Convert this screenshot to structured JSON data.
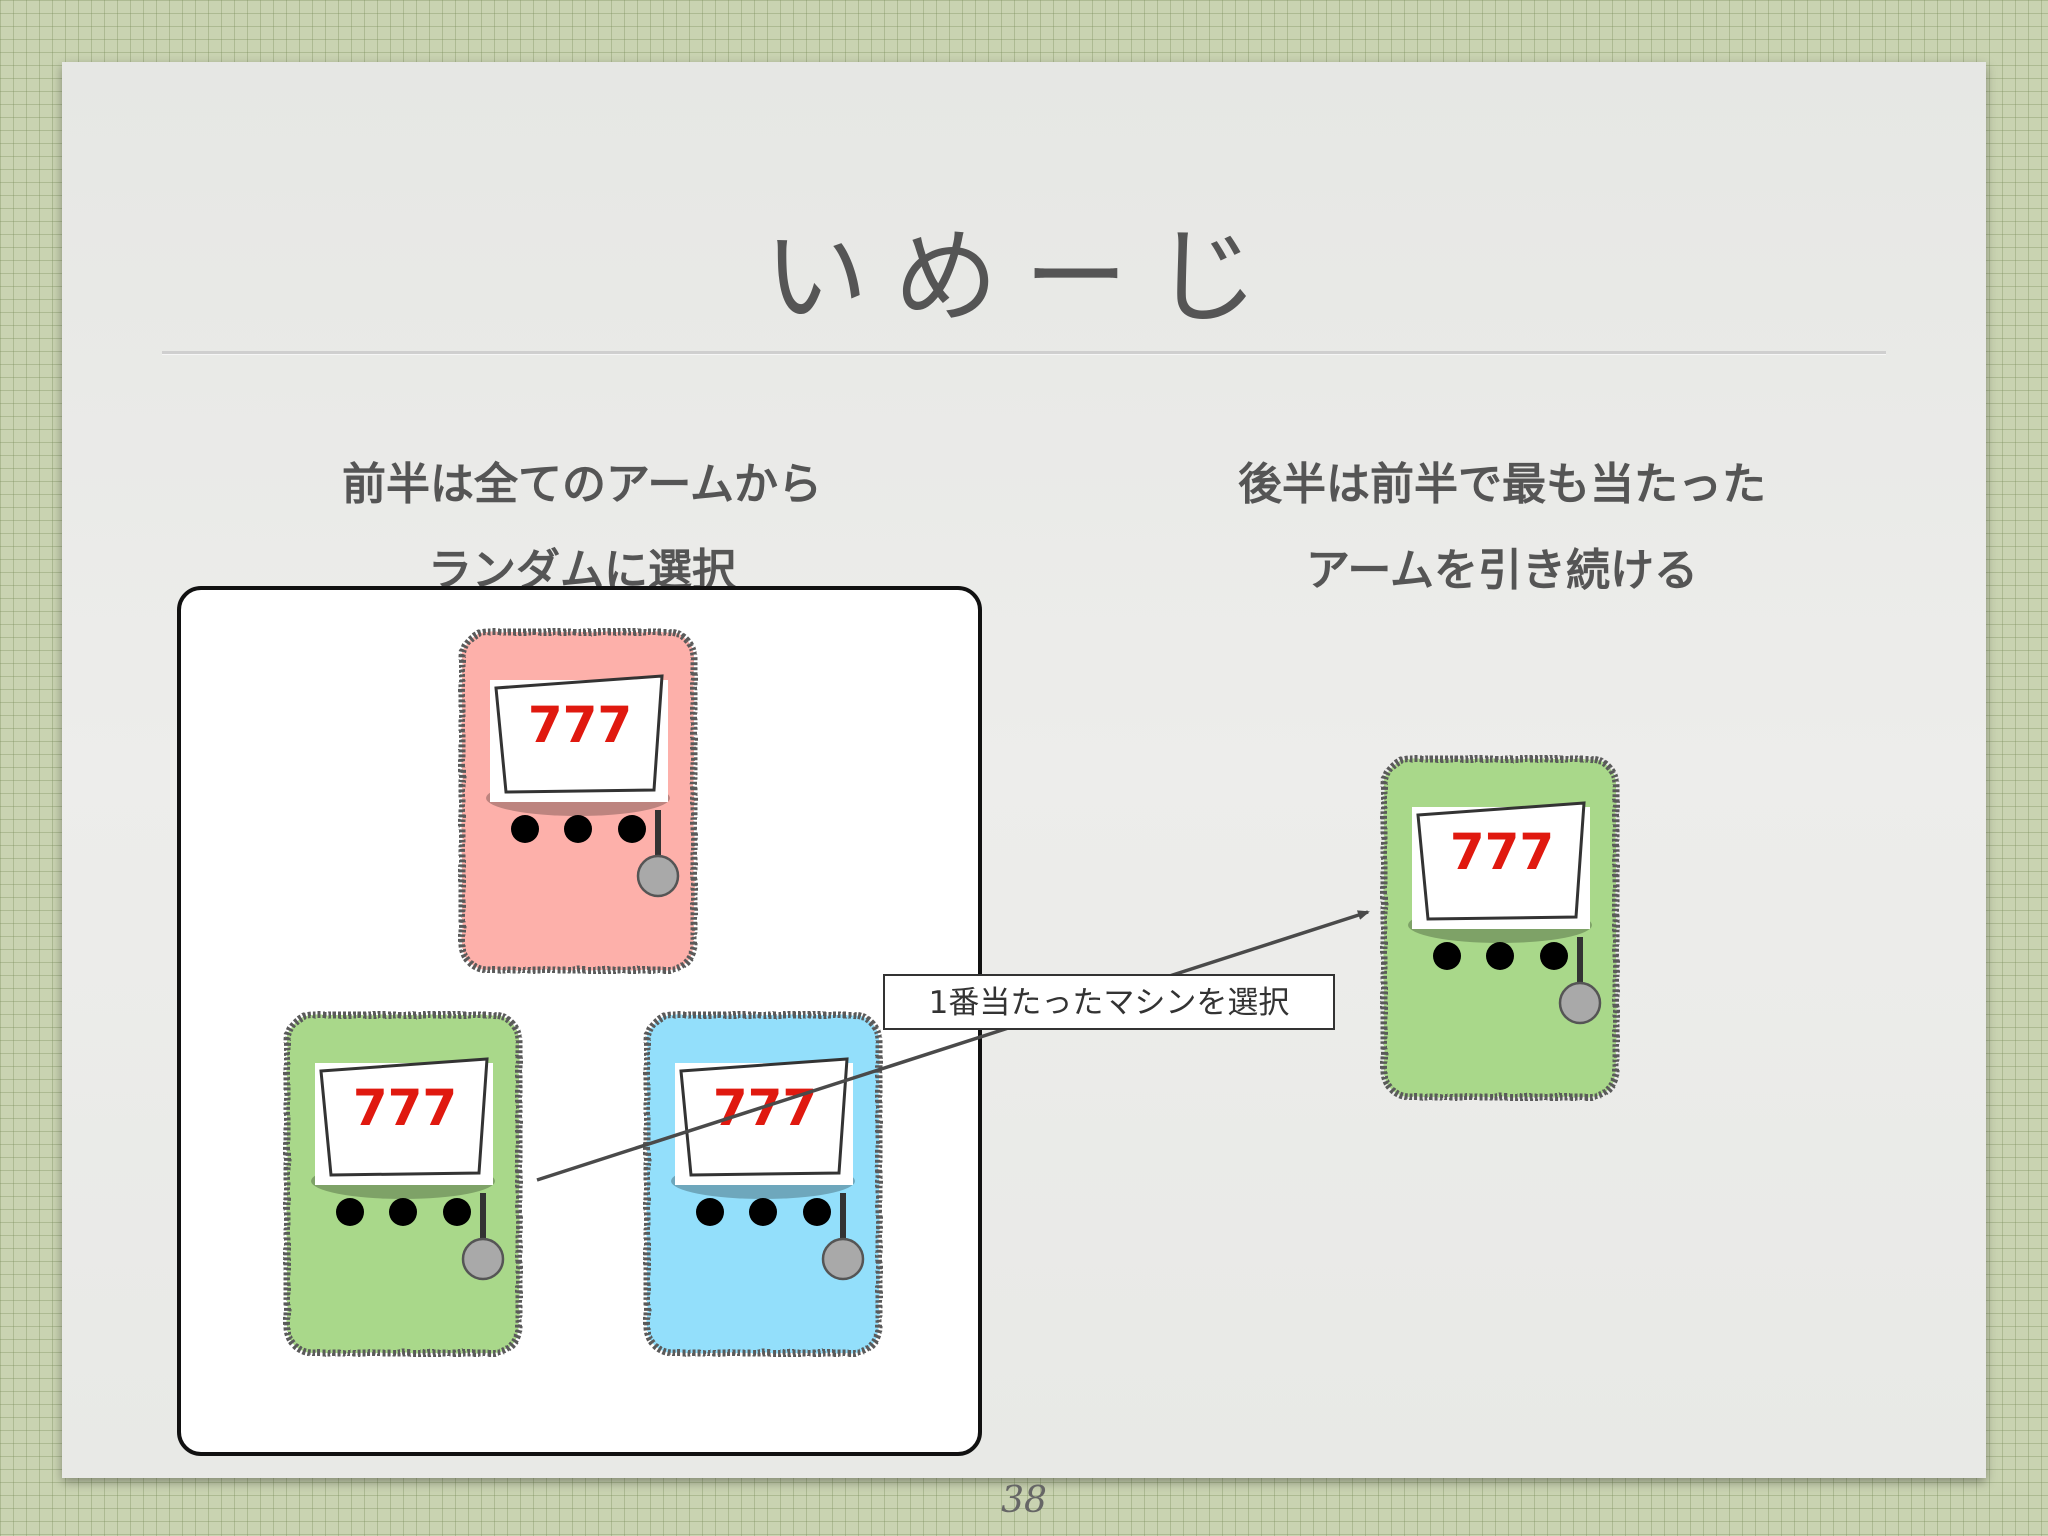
{
  "slide": {
    "title": "いめーじ",
    "page_number": "38",
    "left_caption": [
      "前半は全てのアームから",
      "ランダムに選択"
    ],
    "right_caption": [
      "後半は前半で最も当たった",
      "アームを引き続ける"
    ]
  },
  "diagram": {
    "callout": "1番当たったマシンを選択",
    "machines": [
      {
        "id": "machine-pink",
        "group": "exploration",
        "reel": "777",
        "color": "#fdb0aa"
      },
      {
        "id": "machine-green",
        "group": "exploration",
        "reel": "777",
        "color": "#a9d88a"
      },
      {
        "id": "machine-blue",
        "group": "exploration",
        "reel": "777",
        "color": "#93dffb"
      },
      {
        "id": "machine-selected",
        "group": "exploitation",
        "reel": "777",
        "color": "#a9d88a"
      }
    ],
    "arrow": {
      "from": "machine-green",
      "to": "machine-selected"
    }
  }
}
